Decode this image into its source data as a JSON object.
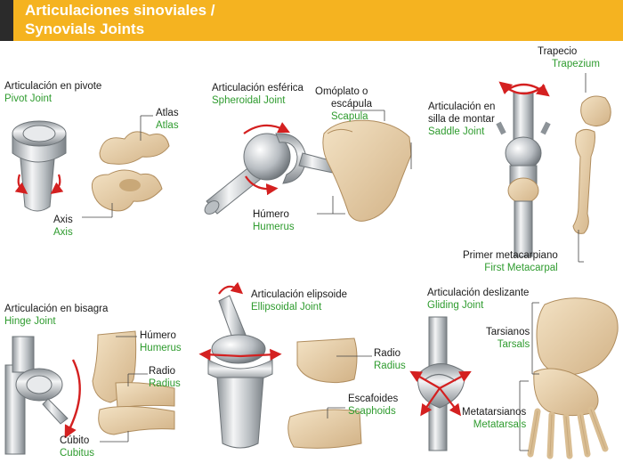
{
  "header": {
    "title_es": "Articulaciones sinoviales /",
    "title_en": "Synovials Joints"
  },
  "labels": {
    "pivot_es": "Articulación en pivote",
    "pivot_en": "Pivot Joint",
    "atlas_es": "Atlas",
    "atlas_en": "Atlas",
    "axis_es": "Axis",
    "axis_en": "Axis",
    "spheroid_es": "Articulación esférica",
    "spheroid_en": "Spheroidal Joint",
    "scapula_es1": "Omóplato o",
    "scapula_es2": "escápula",
    "scapula_en": "Scapula",
    "humerus1_es": "Húmero",
    "humerus1_en": "Humerus",
    "saddle_es1": "Articulación en",
    "saddle_es2": "silla de montar",
    "saddle_en": "Saddle Joint",
    "trapezium_es": "Trapecio",
    "trapezium_en": "Trapezium",
    "metacarpal_es": "Primer metacarpiano",
    "metacarpal_en": "First Metacarpal",
    "hinge_es": "Articulación en bisagra",
    "hinge_en": "Hinge Joint",
    "humerus2_es": "Húmero",
    "humerus2_en": "Humerus",
    "radius1_es": "Radio",
    "radius1_en": "Radius",
    "ulna_es": "Cúbito",
    "ulna_en": "Cubitus",
    "ellipsoid_es": "Articulación elipsoide",
    "ellipsoid_en": "Ellipsoidal Joint",
    "radius2_es": "Radio",
    "radius2_en": "Radius",
    "scaphoid_es": "Escafoides",
    "scaphoid_en": "Scaphoids",
    "gliding_es": "Articulación deslizante",
    "gliding_en": "Gliding Joint",
    "tarsals_es": "Tarsianos",
    "tarsals_en": "Tarsals",
    "metatarsals_es": "Metatarsianos",
    "metatarsals_en": "Metatarsals"
  },
  "colors": {
    "header": "#f5b320",
    "accent": "#2b2b2b",
    "spanish": "#1a1a1a",
    "english": "#2e9b2e",
    "bone": "#e9cfa6",
    "bone_dark": "#c9a878",
    "metal": "#c8ccd0",
    "arrow": "#d42020"
  }
}
